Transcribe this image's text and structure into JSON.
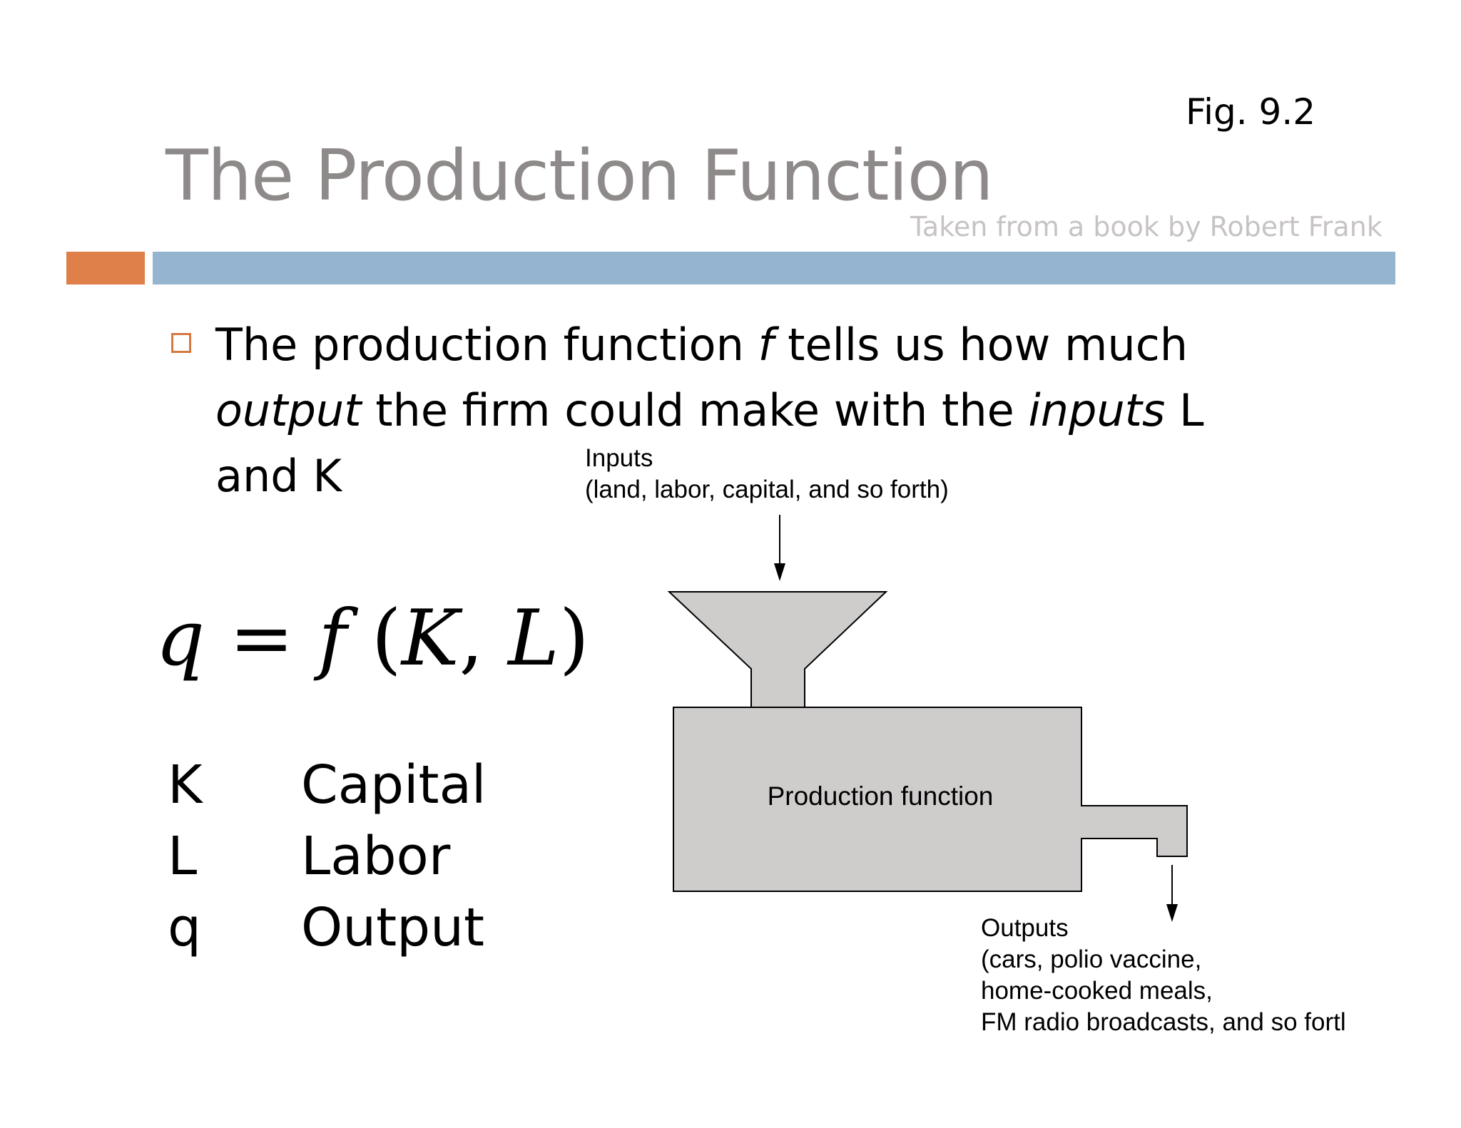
{
  "slide": {
    "fig_label": "Fig. 9.2",
    "title": "The Production Function",
    "source": "Taken from a book by Robert Frank",
    "bullet": {
      "part1": "The production function ",
      "f": "f",
      "part2": " tells us how much ",
      "output": "output",
      "part3": " the firm could make with the ",
      "inputs": "inputs",
      "part4": " L and K"
    },
    "formula": {
      "q": "q",
      "eq": " = ",
      "f": "f",
      "open": " (",
      "K": "K",
      "comma": ", ",
      "L": "L",
      "close": ")"
    },
    "legend": [
      {
        "symbol": "K",
        "meaning": "Capital"
      },
      {
        "symbol": "L",
        "meaning": "Labor"
      },
      {
        "symbol": "q",
        "meaning": "Output"
      }
    ]
  },
  "diagram": {
    "inputs_title": "Inputs",
    "inputs_detail": "(land, labor, capital, and so forth)",
    "machine_label": "Production function",
    "outputs_lines": [
      "Outputs",
      "(cars, polio vaccine,",
      "home-cooked meals,",
      "FM radio broadcasts, and so fortl"
    ],
    "fill_color": "#cfcccc"
  }
}
